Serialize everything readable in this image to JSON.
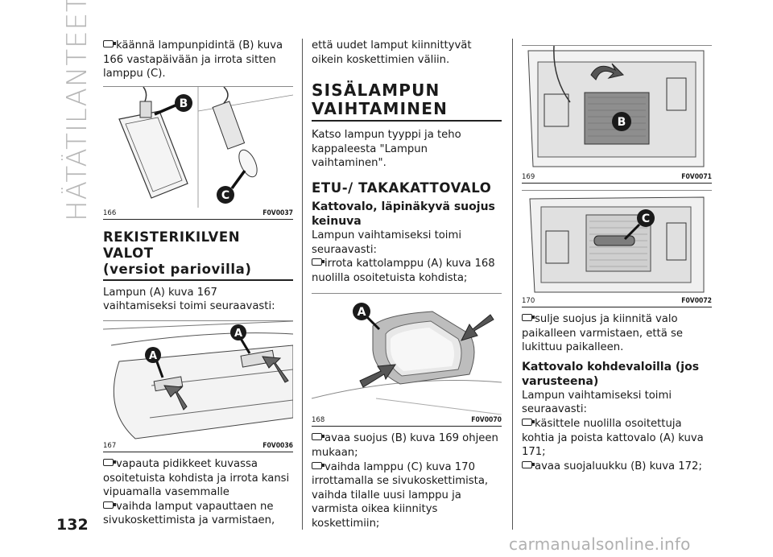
{
  "side_title": "HÄTÄTILANTEET",
  "page_number": "132",
  "watermark": "carmanualsonline.info",
  "col1": {
    "intro_bullet": "käännä lampunpidintä (B) kuva 166 vastapäivään ja irrota sitten lamppu (C).",
    "fig166": {
      "num": "166",
      "code": "F0V0037",
      "label_b": "B",
      "label_c": "C"
    },
    "heading": [
      "REKISTERIKILVEN VALOT",
      "(versiot pariovilla)"
    ],
    "para": "Lampun (A) kuva 167 vaihtamiseksi toimi seuraavasti:",
    "fig167": {
      "num": "167",
      "code": "F0V0036",
      "label_a1": "A",
      "label_a2": "A"
    },
    "bullet1": "vapauta pidikkeet kuvassa osoitetuista kohdista ja irrota kansi vipuamalla vasemmalle",
    "bullet2": "vaihda lamput vapauttaen ne sivukoskettimista ja varmistaen,"
  },
  "col2": {
    "cont": "että uudet lamput kiinnittyvät oikein koskettimien väliin.",
    "heading": [
      "SISÄLAMPUN",
      "VAIHTAMINEN"
    ],
    "para": "Katso lampun tyyppi ja teho kappaleesta \"Lampun vaihtaminen\".",
    "heading2": "ETU-/ TAKAKATTOVALO",
    "sub": "Kattovalo, läpinäkyvä suojus keinuva",
    "para2": "Lampun vaihtamiseksi toimi seuraavasti:",
    "bullet1": "irrota kattolamppu (A) kuva 168 nuolilla osoitetuista kohdista;",
    "fig168": {
      "num": "168",
      "code": "F0V0070",
      "label_a": "A"
    },
    "bullet2": "avaa suojus (B) kuva 169 ohjeen mukaan;",
    "bullet3": "vaihda lamppu (C) kuva 170 irrottamalla se sivukoskettimista, vaihda tilalle uusi lamppu ja varmista oikea kiinnitys koskettimiin;"
  },
  "col3": {
    "fig169": {
      "num": "169",
      "code": "F0V0071",
      "label_b": "B"
    },
    "fig170": {
      "num": "170",
      "code": "F0V0072",
      "label_c": "C"
    },
    "bullet1": "sulje suojus ja kiinnitä valo paikalleen varmistaen, että se lukittuu paikalleen.",
    "sub": "Kattovalo kohdevaloilla (jos varusteena)",
    "para": "Lampun vaihtamiseksi toimi seuraavasti:",
    "bullet2": "käsittele nuolilla osoitettuja kohtia ja poista kattovalo (A) kuva 171;",
    "bullet3": "avaa suojaluukku (B) kuva 172;"
  }
}
